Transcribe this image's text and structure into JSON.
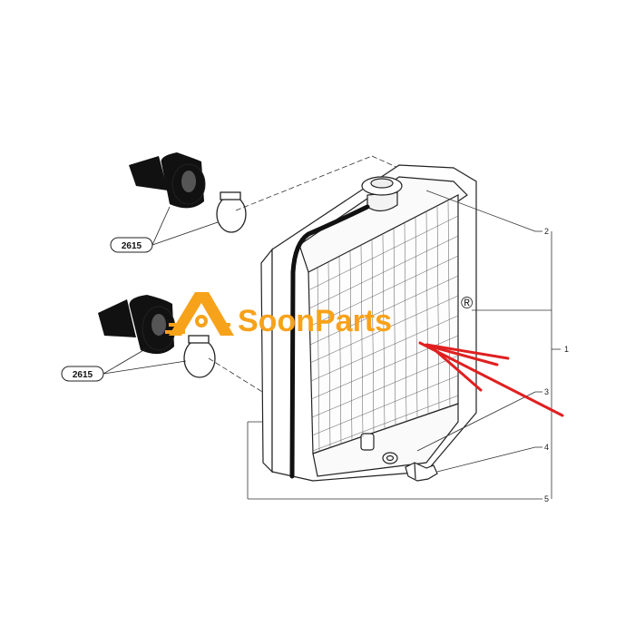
{
  "watermark": {
    "brand": "SoonParts",
    "registered": "®",
    "color": "#f7a21b"
  },
  "reference_labels": [
    {
      "text": "2615"
    },
    {
      "text": "2615"
    }
  ],
  "callouts": [
    {
      "text": "1"
    },
    {
      "text": "2"
    },
    {
      "text": "3"
    },
    {
      "text": "4"
    },
    {
      "text": "5"
    }
  ],
  "colors": {
    "line": "#222222",
    "hose": "#111111",
    "arrow": "#e02020"
  }
}
